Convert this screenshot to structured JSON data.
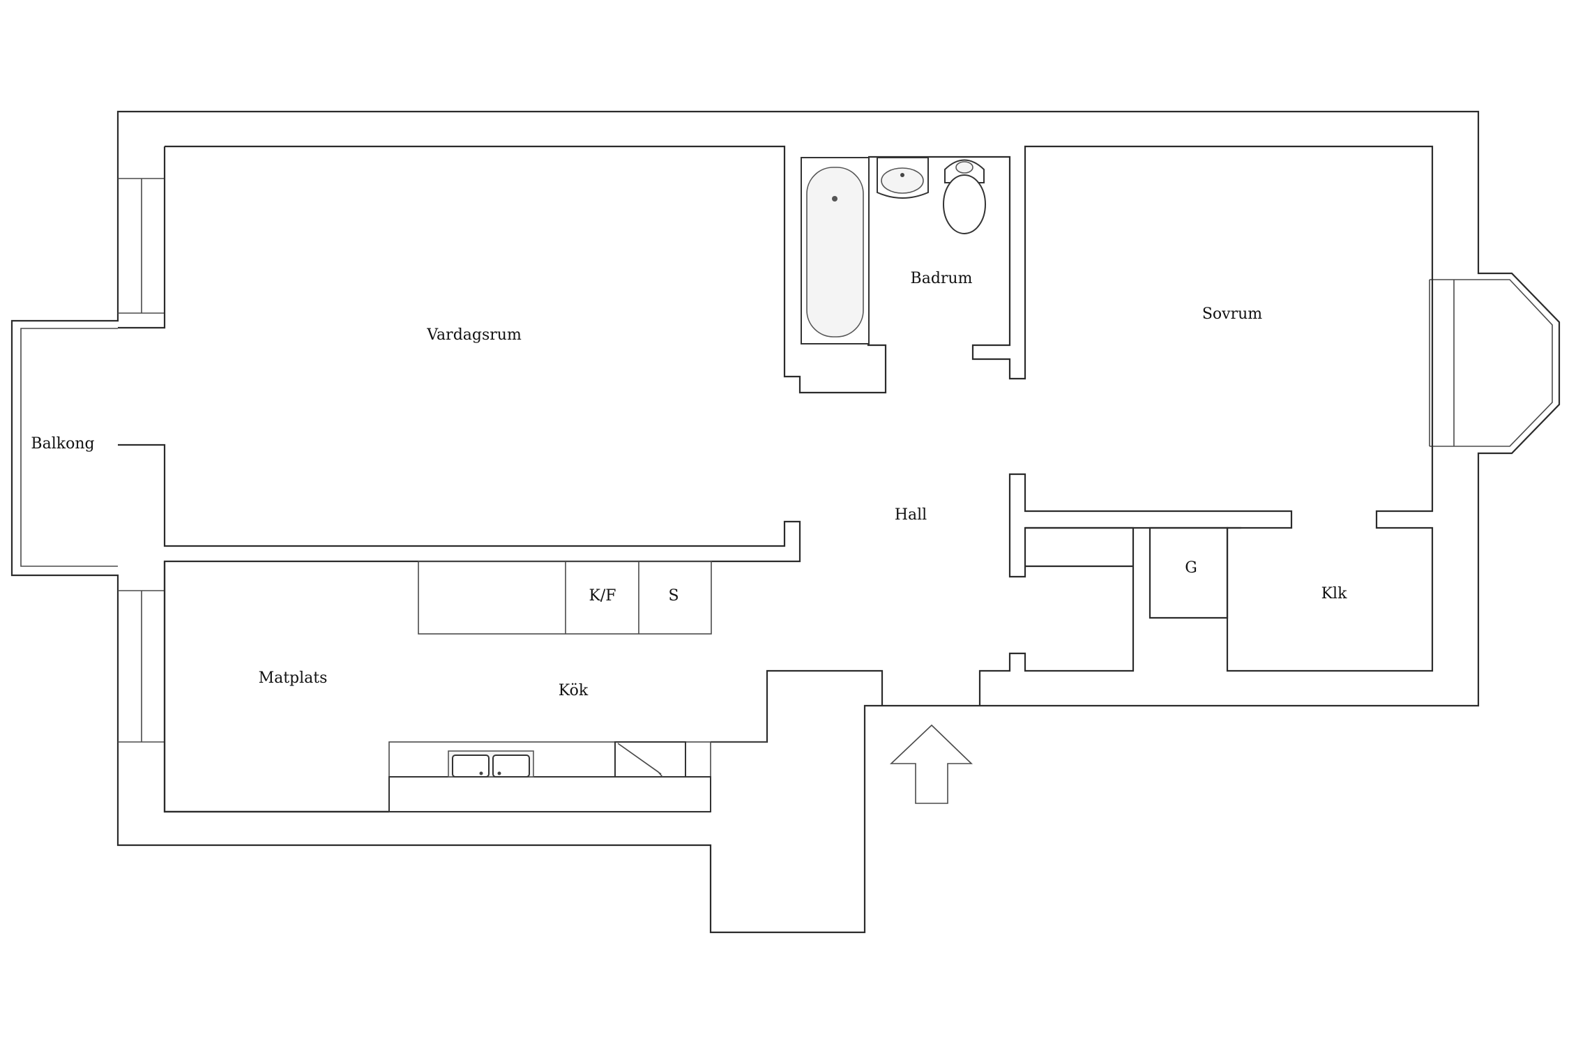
{
  "rooms": {
    "balkong": "Balkong",
    "vardagsrum": "Vardagsrum",
    "badrum": "Badrum",
    "sovrum": "Sovrum",
    "hall": "Hall",
    "matplats": "Matplats",
    "kok": "Kök",
    "klk": "Klk",
    "g": "G",
    "kf": "K/F",
    "s": "S"
  },
  "icons": {
    "entrance": "entrance-arrow-icon",
    "bathtub": "bathtub-icon",
    "sink": "washbasin-icon",
    "toilet": "toilet-icon",
    "kitchen_sink": "kitchen-sink-icon",
    "stove": "stove-icon"
  },
  "colors": {
    "line": "#2b2b2b",
    "background": "#ffffff"
  }
}
